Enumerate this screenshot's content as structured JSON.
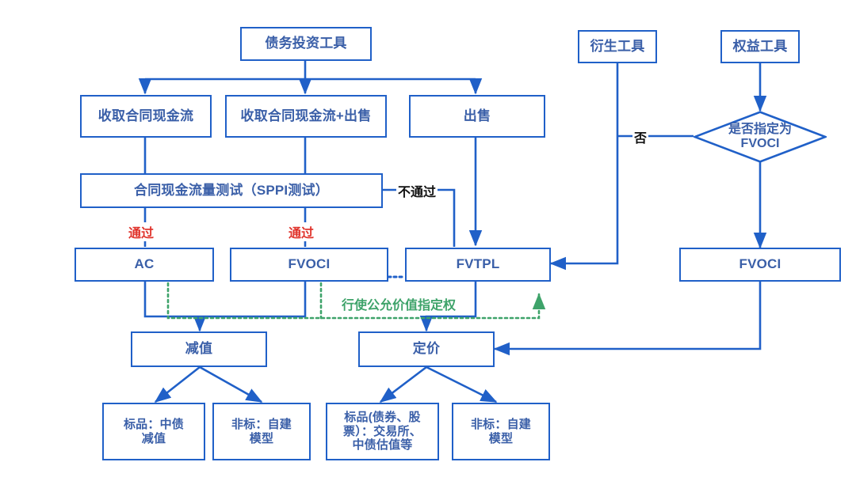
{
  "diagram": {
    "title": "债务投资工具分类流程图",
    "colors": {
      "node_border": "#2060c8",
      "node_text": "#3a5fa8",
      "edge": "#2060c8",
      "label_pass": "#e0342c",
      "label_fail": "#111111",
      "designation_line": "#3ea36a",
      "background": "#ffffff"
    },
    "nodes": {
      "debt_instrument": "债务投资工具",
      "collect_cashflow": "收取合同现金流",
      "collect_and_sell": "收取合同现金流+出售",
      "sell": "出售",
      "sppi_test": "合同现金流量测试（SPPI测试）",
      "ac": "AC",
      "fvoci_left": "FVOCI",
      "fvtpl": "FVTPL",
      "derivative": "衍生工具",
      "equity_instrument": "权益工具",
      "designate_fvoci_decision": "是否指定为\nFVOCI",
      "fvoci_right": "FVOCI",
      "impairment": "减值",
      "pricing": "定价",
      "impair_standard": "标品：中债\n减值",
      "impair_nonstandard": "非标：自建\n模型",
      "price_standard": "标品(债券、股\n票）：交易所、\n中债估值等",
      "price_nonstandard": "非标：自建\n模型"
    },
    "edge_labels": {
      "pass_left": "通过",
      "pass_middle": "通过",
      "fail": "不通过",
      "no": "否",
      "fv_option": "行使公允价值指定权"
    }
  }
}
